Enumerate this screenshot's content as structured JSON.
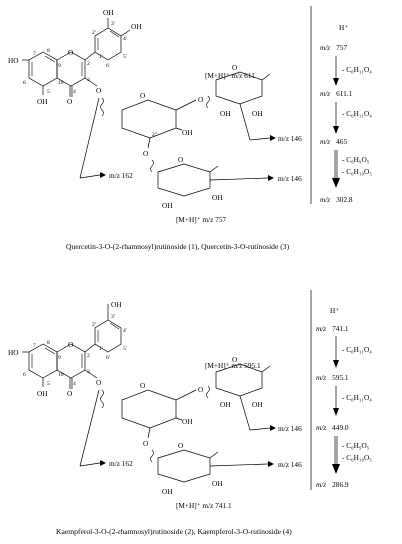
{
  "panels": [
    {
      "caption": "Quercetin-3-O-(2-rhamnosyl)rutinoside (1),  Quercetin-3-O-rutinoside (3)",
      "aglycone_oh": {
        "c7": "HO",
        "c5": "OH",
        "c3p": "OH",
        "c4p": "OH"
      },
      "carbonyl": "O",
      "ring_numbers": [
        "7",
        "8",
        "9",
        "2",
        "3",
        "4",
        "5",
        "6",
        "10",
        "2'",
        "3'",
        "4'",
        "5'",
        "6'",
        "1'"
      ],
      "sugar_labels": {
        "o_link": "O",
        "oh": "OH",
        "ring_o": "O",
        "h2p": "2\""
      },
      "fragments": {
        "top_ion": "[M+H]⁺ m/z 611",
        "m146_a": "m/z 146",
        "m146_b": "m/z 146",
        "m162": "m/z 162",
        "bottom_ion": "[M+H]⁺ m/z 757"
      },
      "scheme": {
        "h_plus": "H⁺",
        "steps": [
          {
            "mz": "757",
            "loss": ""
          },
          {
            "mz": "611.1",
            "loss": "- C6H11O4"
          },
          {
            "mz": "465",
            "loss": "- C6H11O4"
          },
          {
            "mz": "302.8",
            "loss": "- C6H9O5 / - C6H10O5"
          }
        ],
        "loss_1": "- C₆H₁₁O₄",
        "loss_2": "- C₆H₁₁O₄",
        "loss_3a": "- C₆H₉O₅",
        "loss_3b": "- C₆H₁₀O₅",
        "mz_prefix": "m/z"
      }
    },
    {
      "caption": "Kaempferol-3-O-(2-rhamnosyl)rutinoside (2), Kaempferol-3-O-rutinoside (4)",
      "aglycone_oh": {
        "c7": "HO",
        "c5": "OH",
        "c4p": "OH"
      },
      "carbonyl": "O",
      "fragments": {
        "top_ion": "[M+H]⁺ m/z 595.1",
        "m146_a": "m/z 146",
        "m146_b": "m/z 146",
        "m162": "m/z 162",
        "bottom_ion": "[M+H]⁺ m/z 741.1"
      },
      "scheme": {
        "h_plus": "H⁺",
        "mz_1": "741.1",
        "mz_2": "595.1",
        "mz_3": "449.0",
        "mz_4": "286.9",
        "loss_1": "- C₆H₁₁O₄",
        "loss_2": "- C₆H₁₁O₄",
        "loss_3a": "- C₆H₉O₅",
        "loss_3b": "- C₆H₁₀O₅",
        "mz_prefix": "m/z"
      }
    }
  ],
  "scheme_top_mz": [
    "757",
    "611.1",
    "465",
    "302.8"
  ]
}
